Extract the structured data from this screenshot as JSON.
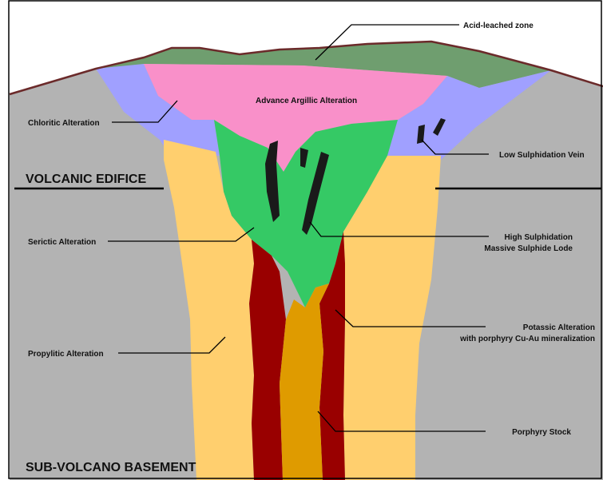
{
  "diagram": {
    "zone_labels": {
      "acid_leached": "Acid-leached zone",
      "advanced_argillic": "Advance Argillic Alteration",
      "chloritic": "Chloritic Alteration",
      "low_sulphidation": "Low Sulphidation Vein",
      "sericitic": "Serictic Alteration",
      "high_sulphidation_line1": "High Sulphidation",
      "high_sulphidation_line2": "Massive Sulphide Lode",
      "propylitic": "Propylitic Alteration",
      "potassic_line1": "Potassic Alteration",
      "potassic_line2": "with porphyry Cu-Au mineralization",
      "porphyry_stock": "Porphyry  Stock"
    },
    "section_labels": {
      "volcanic_edifice": "VOLCANIC EDIFICE",
      "basement": "SUB-VOLCANO BASEMENT"
    },
    "colors": {
      "host_rock": "#b3b3b3",
      "acid_leached": "#6f9e6f",
      "advanced_argillic": "#f990c9",
      "chloritic": "#a0a0ff",
      "sericitic": "#35c965",
      "propylitic": "#ffcf6e",
      "potassic": "#990000",
      "porphyry_stock": "#df9b00",
      "veins": "#1a1a1a",
      "surface_line": "#6b2a2a"
    }
  }
}
